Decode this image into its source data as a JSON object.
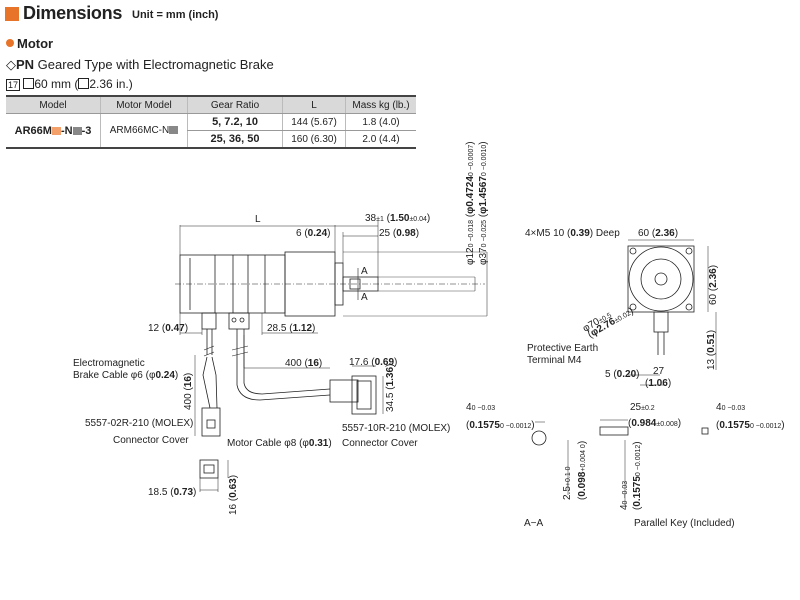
{
  "header": {
    "title": "Dimensions",
    "unit": "Unit = mm (inch)",
    "section": "Motor",
    "type_prefix": "◇",
    "type_code": "PN",
    "type_desc": " Geared Type with Electromagnetic Brake",
    "frame_tag": "17",
    "size_a": "60 mm (",
    "size_b": "2.36 in.)"
  },
  "colors": {
    "accent": "#e8742a",
    "model_box": "#f4a06a",
    "model_box2": "#888888",
    "header_bg": "#d9d9d9"
  },
  "table": {
    "headers": [
      "Model",
      "Motor Model",
      "Gear Ratio",
      "L",
      "Mass kg (lb.)"
    ],
    "model_a": "AR66M",
    "model_b": "-N",
    "model_c": "-3",
    "motor_model": "ARM66MC-N",
    "rows": [
      {
        "ratio": "5, 7.2, 10",
        "L": "144 (5.67)",
        "mass": "1.8 (4.0)"
      },
      {
        "ratio": "25, 36, 50",
        "L": "160 (6.30)",
        "mass": "2.0 (4.4)"
      }
    ]
  },
  "labels": {
    "L": "L",
    "dim_38": "38",
    "dim_38_tol": "±1",
    "dim_38_in": "1.50",
    "dim_38_in_tol": "±0.04",
    "dim_6": "6",
    "dim_6_in": "0.24",
    "dim_25": "25",
    "dim_25_in": "0.98",
    "A": "A",
    "A2": "A",
    "phi12": "φ12",
    "phi12_tol": "0 −0.018",
    "phi12_in": "0.4724",
    "phi12_in_tol": "0 −0.0007",
    "phi37": "φ37",
    "phi37_tol": "0 −0.025",
    "phi37_in": "1.4567",
    "phi37_in_tol": "0 −0.0010",
    "dim_12": "12",
    "dim_12_in": "0.47",
    "dim_28_5": "28.5",
    "dim_28_5_in": "1.12",
    "brake_cable_1": "Electromagnetic",
    "brake_cable_2": "Brake Cable φ6",
    "brake_cable_in": "0.24",
    "dim_400_v": "400",
    "dim_400_v_in": "16",
    "dim_400_h": "400",
    "dim_400_h_in": "16",
    "dim_17_6": "17.6",
    "dim_17_6_in": "0.69",
    "dim_34_5": "34.5",
    "dim_34_5_in": "1.36",
    "conn_small": "5557-02R-210 (MOLEX)",
    "conn_cover_1": "Connector Cover",
    "motor_cable": "Motor Cable φ8",
    "motor_cable_in": "0.31",
    "conn_large": "5557-10R-210 (MOLEX)",
    "conn_cover_2": "Connector Cover",
    "dim_18_5": "18.5",
    "dim_18_5_in": "0.73",
    "dim_16": "16",
    "dim_16_in": "0.63",
    "m5": "4×M5 10",
    "m5_in": "0.39",
    "m5_tail": "Deep",
    "dim_60_h": "60",
    "dim_60_h_in": "2.36",
    "dim_60_v": "60",
    "dim_60_v_in": "2.36",
    "phi70": "φ70",
    "phi70_tol": "±0.5",
    "phi70_in": "φ2.76",
    "phi70_in_tol": "±0.02",
    "pe_1": "Protective Earth",
    "pe_2": "Terminal M4",
    "dim_5": "5",
    "dim_5_in": "0.20",
    "dim_27": "27",
    "dim_27_in": "1.06",
    "dim_13": "13",
    "dim_13_in": "0.51",
    "key4a": "4",
    "key4a_tol": "0 −0.03",
    "key4a_in": "0.1575",
    "key4a_in_tol": "0 −0.0012",
    "key25": "25",
    "key25_tol": "±0.2",
    "key25_in": "0.984",
    "key25_in_tol": "±0.008",
    "key4b": "4",
    "key4b_tol": "0 −0.03",
    "key4b_in": "0.1575",
    "key4b_in_tol": "0 −0.0012",
    "dim_2_5": "2.5",
    "dim_2_5_tol": "+0.1 0",
    "dim_2_5_in": "0.098",
    "dim_2_5_in_tol": "+0.004 0",
    "dim_4v": "4",
    "dim_4v_tol": "0 −0.03",
    "dim_4v_in": "0.1575",
    "dim_4v_in_tol": "0 −0.0012",
    "aa": "A−A",
    "parallel_key": "Parallel Key (Included)"
  }
}
